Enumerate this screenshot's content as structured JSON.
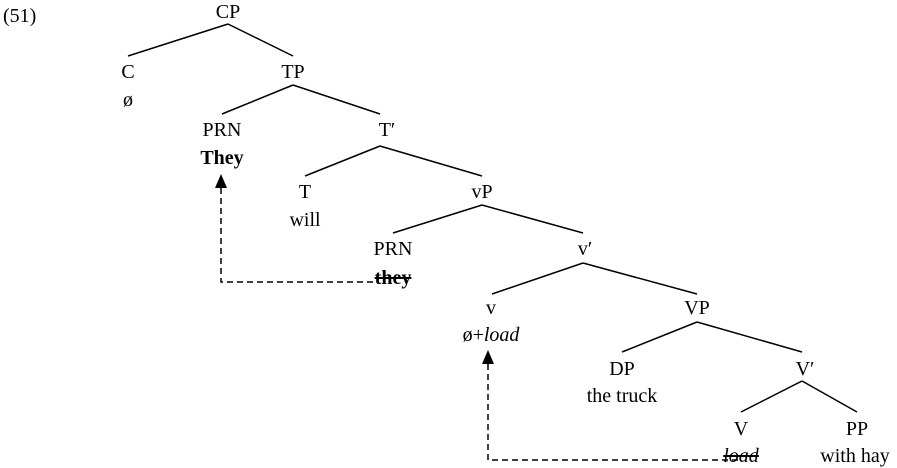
{
  "example_number": "(51)",
  "nodes": {
    "cp": {
      "category": "CP"
    },
    "c": {
      "category": "C",
      "word": "ø"
    },
    "tp": {
      "category": "TP"
    },
    "prn1": {
      "category": "PRN",
      "word": "They"
    },
    "tbar": {
      "category": "T′"
    },
    "t": {
      "category": "T",
      "word": "will"
    },
    "vp_light": {
      "category": "vP"
    },
    "prn2": {
      "category": "PRN",
      "word": "they"
    },
    "vbar": {
      "category": "v′"
    },
    "v_light": {
      "category": "v",
      "word_prefix": "ø+",
      "word": "load"
    },
    "vp": {
      "category": "VP"
    },
    "dp": {
      "category": "DP",
      "word": "the truck"
    },
    "vbar2": {
      "category": "V′"
    },
    "v": {
      "category": "V",
      "word": "load"
    },
    "pp": {
      "category": "PP",
      "word": "with hay"
    }
  },
  "styles": {
    "line_color": "#000000",
    "movement_arrow_style": "dashed"
  }
}
